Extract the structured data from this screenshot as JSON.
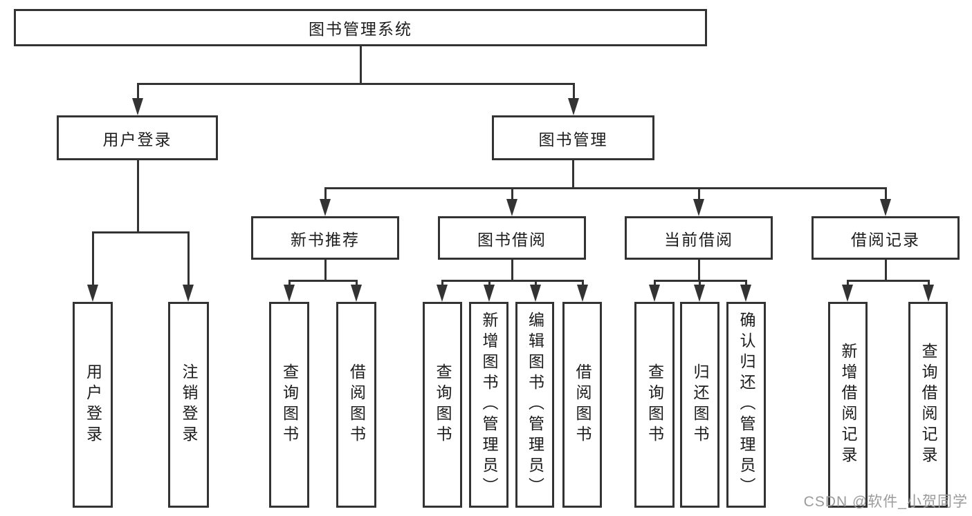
{
  "diagram": {
    "root": {
      "label": "图书管理系统",
      "children": [
        {
          "label": "用户登录",
          "children": [
            {
              "label": "用户登录"
            },
            {
              "label": "注销登录"
            }
          ]
        },
        {
          "label": "图书管理",
          "children": [
            {
              "label": "新书推荐",
              "children": [
                {
                  "label": "查询图书"
                },
                {
                  "label": "借阅图书"
                }
              ]
            },
            {
              "label": "图书借阅",
              "children": [
                {
                  "label": "查询图书"
                },
                {
                  "label": "新增图书（管理员）"
                },
                {
                  "label": "编辑图书（管理员）"
                },
                {
                  "label": "借阅图书"
                }
              ]
            },
            {
              "label": "当前借阅",
              "children": [
                {
                  "label": "查询图书"
                },
                {
                  "label": "归还图书"
                },
                {
                  "label": "确认归还（管理员）"
                }
              ]
            },
            {
              "label": "借阅记录",
              "children": [
                {
                  "label": "新增借阅记录"
                },
                {
                  "label": "查询借阅记录"
                }
              ]
            }
          ]
        }
      ]
    }
  },
  "watermark": {
    "text": "CSDN @软件_小贺同学"
  },
  "colors": {
    "line": "#333333",
    "box_border": "#333333",
    "text": "#1c1c1c",
    "watermark": "#9b9b9b",
    "background": "#ffffff"
  }
}
